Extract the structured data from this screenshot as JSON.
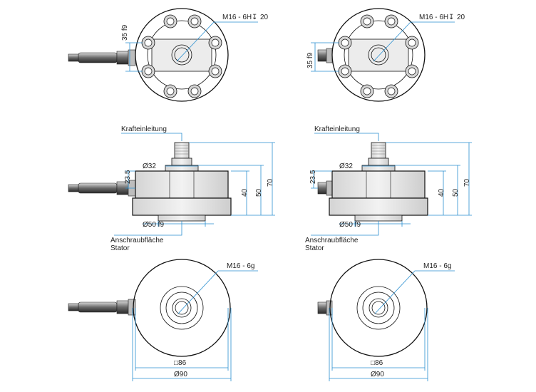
{
  "views": {
    "left": {
      "top": {
        "thread": "M16 - 6H",
        "depth_symbol": "↧",
        "depth": "20",
        "bolt_pitch": "35 f9"
      },
      "side": {
        "force_label": "Krafteinleitung",
        "dia_top": "Ø32",
        "h_left": "23.5",
        "h_40": "40",
        "h_50": "50",
        "h_70": "70",
        "dia_bottom": "Ø50 f9",
        "mount_label_1": "Anschraubfläche",
        "mount_label_2": "Stator"
      },
      "bottom": {
        "thread": "M16 - 6g",
        "square": "□86",
        "dia_outer": "Ø90"
      }
    },
    "right": {
      "top": {
        "thread": "M16 - 6H",
        "depth_symbol": "↧",
        "depth": "20",
        "bolt_pitch": "35 f9"
      },
      "side": {
        "force_label": "Krafteinleitung",
        "dia_top": "Ø32",
        "h_left": "23.5",
        "h_40": "40",
        "h_50": "50",
        "h_70": "70",
        "dia_bottom": "Ø50 f9",
        "mount_label_1": "Anschraubfläche",
        "mount_label_2": "Stator"
      },
      "bottom": {
        "thread": "M16 - 6g",
        "square": "□86",
        "dia_outer": "Ø90"
      }
    }
  }
}
